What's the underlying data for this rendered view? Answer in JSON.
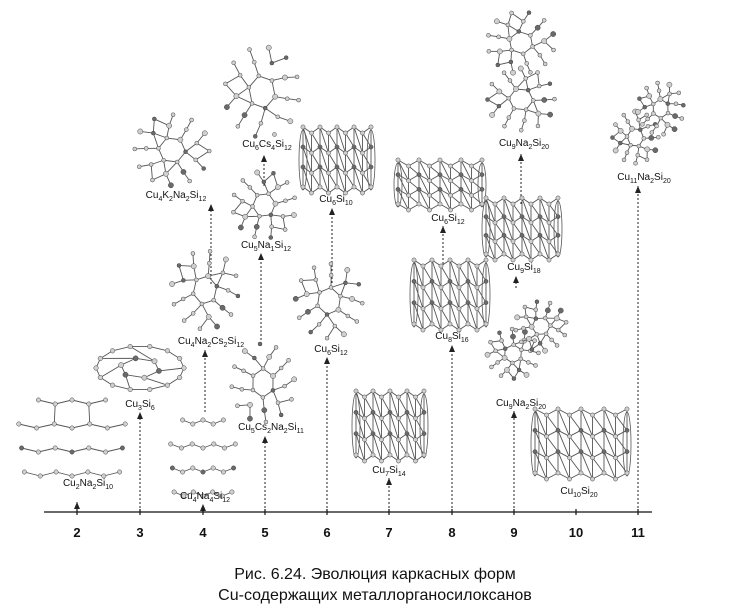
{
  "figure": {
    "caption_line1": "Рис. 6.24. Эволюция каркасных форм",
    "caption_line2": "Cu-содержащих металлорганосилоксанов"
  },
  "axis": {
    "ticks": [
      "2",
      "3",
      "4",
      "5",
      "6",
      "7",
      "8",
      "9",
      "10",
      "11"
    ]
  },
  "clusters": [
    {
      "id": "c1",
      "col": 2,
      "label": [
        [
          "Cu",
          ""
        ],
        [
          "2",
          "s"
        ],
        [
          "Na",
          ""
        ],
        [
          "2",
          "s"
        ],
        [
          "Si",
          ""
        ],
        [
          "10",
          "s"
        ]
      ],
      "shape": "cage"
    },
    {
      "id": "c2",
      "col": 3,
      "label": [
        [
          "Cu",
          ""
        ],
        [
          "3",
          "s"
        ],
        [
          "Si",
          ""
        ],
        [
          "6",
          "s"
        ]
      ],
      "shape": "ring"
    },
    {
      "id": "c3",
      "col": 4,
      "label": [
        [
          "Cu",
          ""
        ],
        [
          "4",
          "s"
        ],
        [
          "Na",
          ""
        ],
        [
          "4",
          "s"
        ],
        [
          "Si",
          ""
        ],
        [
          "12",
          "s"
        ]
      ],
      "shape": "cage"
    },
    {
      "id": "c4",
      "col": 4,
      "label": [
        [
          "Cu",
          ""
        ],
        [
          "4",
          "s"
        ],
        [
          "Na",
          ""
        ],
        [
          "2",
          "s"
        ],
        [
          "Cs",
          ""
        ],
        [
          "2",
          "s"
        ],
        [
          "Si",
          ""
        ],
        [
          "12",
          "s"
        ]
      ],
      "shape": "ball"
    },
    {
      "id": "c5",
      "col": 4,
      "label": [
        [
          "Cu",
          ""
        ],
        [
          "4",
          "s"
        ],
        [
          "K",
          ""
        ],
        [
          "2",
          "s"
        ],
        [
          "Na",
          ""
        ],
        [
          "2",
          "s"
        ],
        [
          "Si",
          ""
        ],
        [
          "12",
          "s"
        ]
      ],
      "shape": "ball"
    },
    {
      "id": "c6",
      "col": 5,
      "label": [
        [
          "Cu",
          ""
        ],
        [
          "5",
          "s"
        ],
        [
          "Cs",
          ""
        ],
        [
          "2",
          "s"
        ],
        [
          "Na",
          ""
        ],
        [
          "2",
          "s"
        ],
        [
          "Si",
          ""
        ],
        [
          "11",
          "s"
        ]
      ],
      "shape": "ball"
    },
    {
      "id": "c7",
      "col": 5,
      "label": [
        [
          "Cu",
          ""
        ],
        [
          "5",
          "s"
        ],
        [
          "Na",
          ""
        ],
        [
          "1",
          "s"
        ],
        [
          "Si",
          ""
        ],
        [
          "12",
          "s"
        ]
      ],
      "shape": "ball"
    },
    {
      "id": "c8",
      "col": 5,
      "label": [
        [
          "Cu",
          ""
        ],
        [
          "6",
          "s"
        ],
        [
          "Cs",
          ""
        ],
        [
          "4",
          "s"
        ],
        [
          "Si",
          ""
        ],
        [
          "12",
          "s"
        ]
      ],
      "shape": "ball"
    },
    {
      "id": "c9",
      "col": 6,
      "label": [
        [
          "Cu",
          ""
        ],
        [
          "6",
          "s"
        ],
        [
          "Si",
          ""
        ],
        [
          "12",
          "s"
        ]
      ],
      "shape": "ball"
    },
    {
      "id": "c10",
      "col": 6,
      "label": [
        [
          "Cu",
          ""
        ],
        [
          "6",
          "s"
        ],
        [
          "Si",
          ""
        ],
        [
          "10",
          "s"
        ]
      ],
      "shape": "tube"
    },
    {
      "id": "c11",
      "col": 7,
      "label": [
        [
          "Cu",
          ""
        ],
        [
          "7",
          "s"
        ],
        [
          "Si",
          ""
        ],
        [
          "14",
          "s"
        ]
      ],
      "shape": "tube"
    },
    {
      "id": "c12",
      "col": 8,
      "label": [
        [
          "Cu",
          ""
        ],
        [
          "8",
          "s"
        ],
        [
          "Si",
          ""
        ],
        [
          "16",
          "s"
        ]
      ],
      "shape": "tube"
    },
    {
      "id": "c13",
      "col": 8,
      "label": [
        [
          "Cu",
          ""
        ],
        [
          "6",
          "s"
        ],
        [
          "Si",
          ""
        ],
        [
          "12",
          "s"
        ]
      ],
      "shape": "tube"
    },
    {
      "id": "c14",
      "col": 9,
      "label": [
        [
          "Cu",
          ""
        ],
        [
          "9",
          "s"
        ],
        [
          "Na",
          ""
        ],
        [
          "2",
          "s"
        ],
        [
          "Si",
          ""
        ],
        [
          "20",
          "s"
        ]
      ],
      "shape": "twin"
    },
    {
      "id": "c15",
      "col": 9,
      "label": [
        [
          "Cu",
          ""
        ],
        [
          "9",
          "s"
        ],
        [
          "Si",
          ""
        ],
        [
          "18",
          "s"
        ]
      ],
      "shape": "tube"
    },
    {
      "id": "c16",
      "col": 9,
      "label": [
        [
          "Cu",
          ""
        ],
        [
          "9",
          "s"
        ],
        [
          "Na",
          ""
        ],
        [
          "2",
          "s"
        ],
        [
          "Si",
          ""
        ],
        [
          "20",
          "s"
        ]
      ],
      "shape": "twinv"
    },
    {
      "id": "c17",
      "col": 10,
      "label": [
        [
          "Cu",
          ""
        ],
        [
          "10",
          "s"
        ],
        [
          "Si",
          ""
        ],
        [
          "20",
          "s"
        ]
      ],
      "shape": "tube"
    },
    {
      "id": "c18",
      "col": 11,
      "label": [
        [
          "Cu",
          ""
        ],
        [
          "11",
          "s"
        ],
        [
          "Na",
          ""
        ],
        [
          "2",
          "s"
        ],
        [
          "Si",
          ""
        ],
        [
          "20",
          "s"
        ]
      ],
      "shape": "twin"
    }
  ],
  "colors": {
    "bond": "#555555",
    "atom": "#cfcfcf",
    "atom_stroke": "#444444",
    "heavy_atom": "#6a6a6a",
    "axis": "#111111",
    "arrow": "#222222"
  }
}
